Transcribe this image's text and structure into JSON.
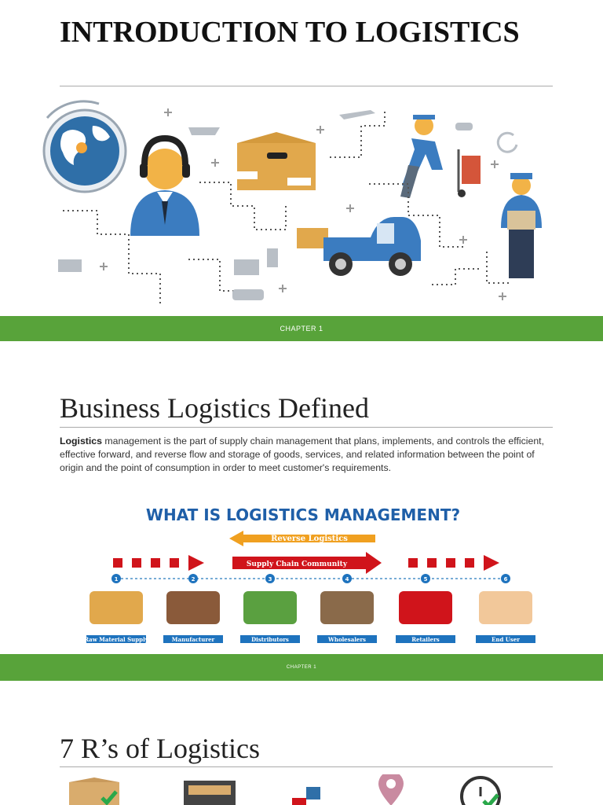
{
  "slide1": {
    "title": "INTRODUCTION TO LOGISTICS",
    "footer": "CHAPTER 1"
  },
  "slide2": {
    "title": "Business Logistics Defined",
    "lead_bold": "Logistics",
    "body": " management is the part of supply chain management that plans, implements, and controls the efficient, effective forward, and reverse flow and storage of goods, services, and related information between the point of origin and the point of consumption in order to meet customer's requirements.",
    "graphic": {
      "heading": "WHAT IS LOGISTICS MANAGEMENT?",
      "reverse_label": "Reverse Logistics",
      "community_label": "Supply Chain Community",
      "steps": [
        {
          "num": "1",
          "label": "Raw Material Supply"
        },
        {
          "num": "2",
          "label": "Manufacturer"
        },
        {
          "num": "3",
          "label": "Distributors"
        },
        {
          "num": "4",
          "label": "Wholesalers"
        },
        {
          "num": "5",
          "label": "Retailers"
        },
        {
          "num": "6",
          "label": "End User"
        }
      ]
    },
    "footer": "CHAPTER 1"
  },
  "slide3": {
    "title": "7 R’s of Logistics"
  },
  "colors": {
    "band": "#58a33a",
    "heading_blue": "#1f5fa8",
    "arrow_red": "#d0141b",
    "arrow_orange": "#f0a020",
    "step_label_bg": "#1e73be"
  }
}
